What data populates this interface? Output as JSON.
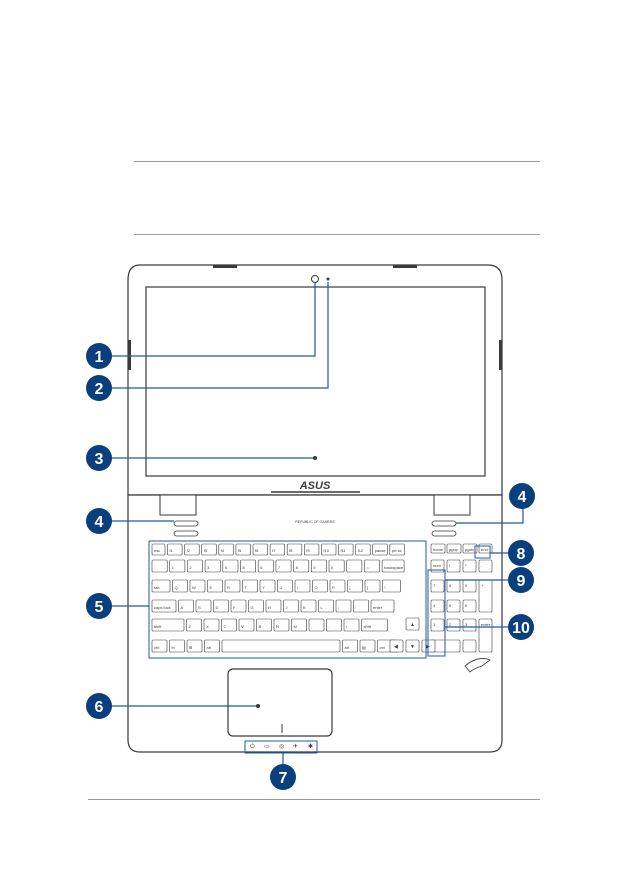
{
  "document": {
    "brand_logo": "ASUS",
    "hinge_text": "REPUBLIC OF GAMERS"
  },
  "callouts": [
    "1",
    "2",
    "3",
    "4",
    "4",
    "5",
    "6",
    "7",
    "8",
    "9",
    "10"
  ],
  "colors": {
    "callout_fill": "#0a3f7d",
    "callout_text": "#ffffff",
    "outline": "#3a3a3a",
    "leader": "#1f5aa6"
  },
  "keyboard": {
    "row1": [
      "esc",
      "f1",
      "f2",
      "f3",
      "f4",
      "f5",
      "f6",
      "f7",
      "f8",
      "f9",
      "f10",
      "f11",
      "f12",
      "pause",
      "prt sc"
    ],
    "row2": [
      "`",
      "1",
      "2",
      "3",
      "4",
      "5",
      "6",
      "7",
      "8",
      "9",
      "0",
      "-",
      "=",
      "backspace"
    ],
    "row3": [
      "tab",
      "Q",
      "W",
      "E",
      "R",
      "T",
      "Y",
      "U",
      "I",
      "O",
      "P",
      "[",
      "]",
      "\\"
    ],
    "row4": [
      "caps lock",
      "A",
      "S",
      "D",
      "F",
      "G",
      "H",
      "J",
      "K",
      "L",
      ";",
      "'",
      "enter"
    ],
    "row5": [
      "shift",
      "Z",
      "X",
      "C",
      "V",
      "B",
      "N",
      "M",
      ",",
      ".",
      "/",
      "shift"
    ],
    "row6": [
      "ctrl",
      "fn",
      "⊞",
      "alt",
      "",
      "alt",
      "▤",
      "ctrl"
    ],
    "numpad": [
      "home",
      "pgup",
      "pgdn",
      "end",
      "num",
      "/",
      "*",
      "-",
      "7",
      "8",
      "9",
      "+",
      "4",
      "5",
      "6",
      "1",
      "2",
      "3",
      "enter",
      "0",
      ".",
      "del"
    ]
  }
}
